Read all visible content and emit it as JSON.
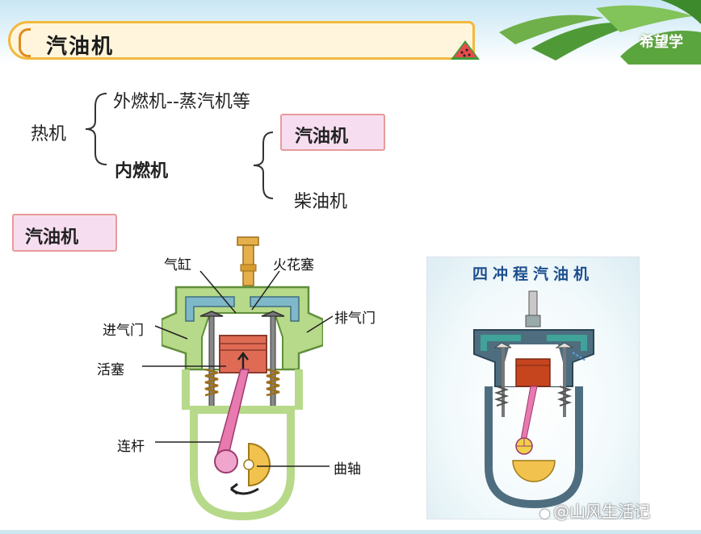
{
  "header": {
    "title": "汽油机",
    "brand": "希望学"
  },
  "tree": {
    "root": "热机",
    "external": "外燃机--蒸汽机等",
    "internal": "内燃机",
    "gasoline": "汽油机",
    "diesel": "柴油机"
  },
  "section_heading": "汽油机",
  "engine_labels": {
    "cylinder": "气缸",
    "spark_plug": "火花塞",
    "intake_valve": "进气门",
    "exhaust_valve": "排气门",
    "piston": "活塞",
    "connecting_rod": "连杆",
    "crankshaft": "曲轴"
  },
  "panel": {
    "title": "四冲程汽油机"
  },
  "footer": {
    "credit": "@山风生活记"
  },
  "colors": {
    "engine_body": "#b7d98a",
    "engine_outline": "#5f8f3a",
    "piston": "#e06b55",
    "rod": "#e87ab0",
    "crank": "#f2c24e",
    "pink_box_fill": "#f6def0",
    "pink_box_border": "#e89a9a",
    "panel_title": "#1d4f8e",
    "panel_engine": "#4e6e80"
  }
}
